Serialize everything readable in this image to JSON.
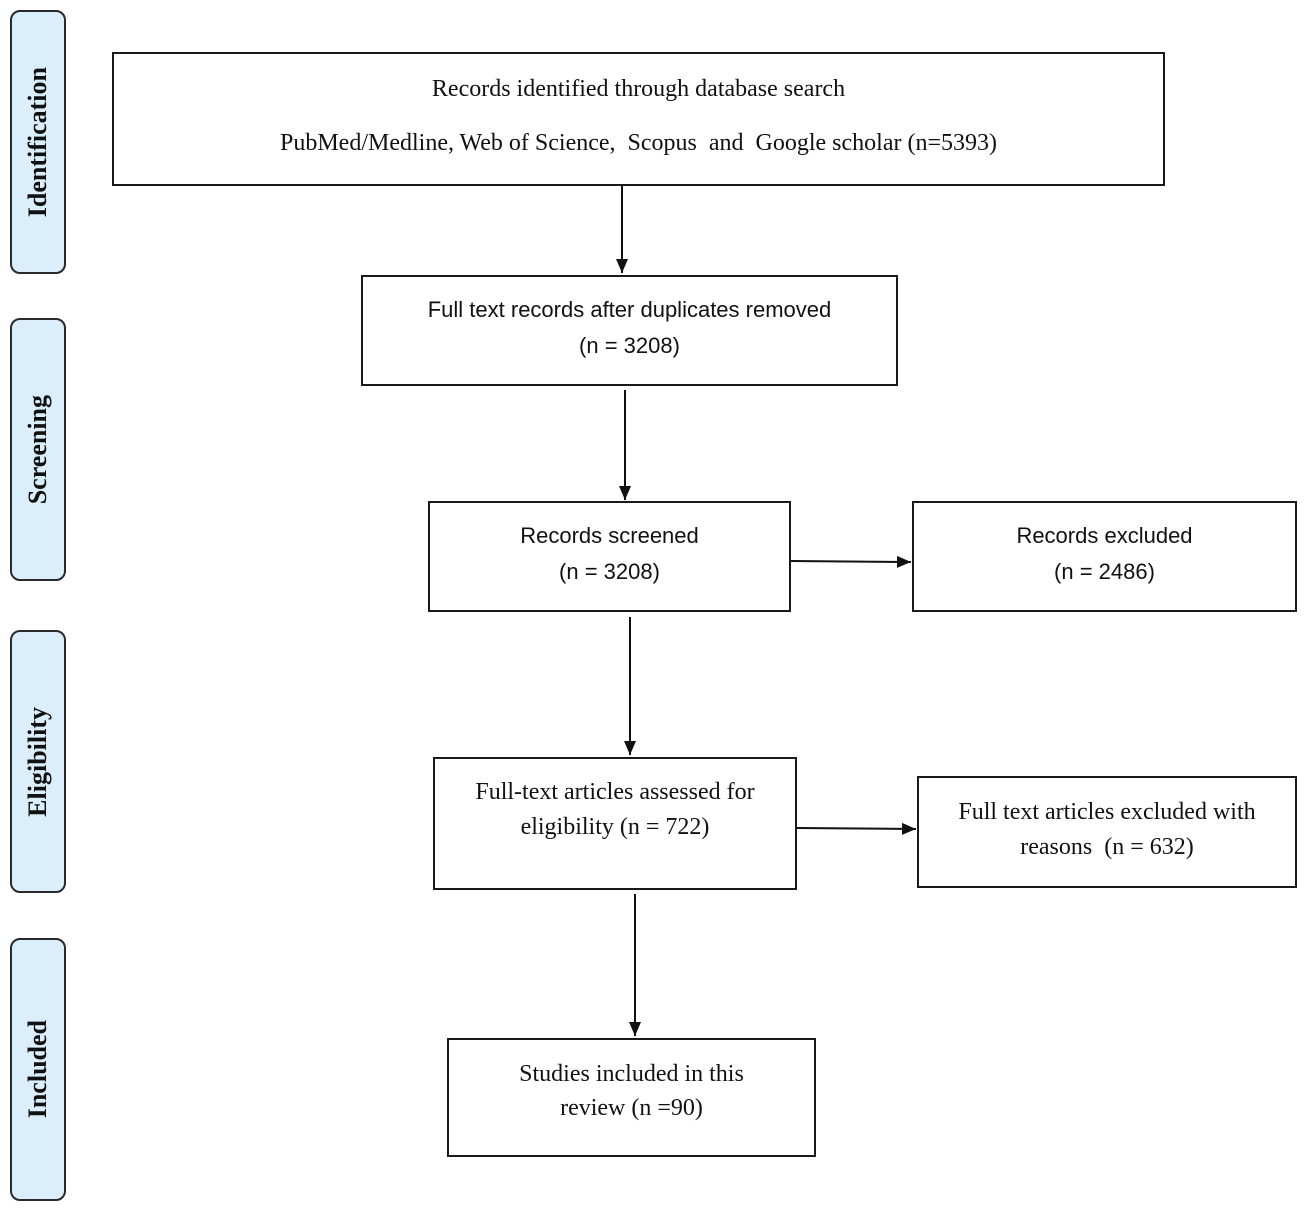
{
  "stages": [
    {
      "label": "Identification"
    },
    {
      "label": "Screening"
    },
    {
      "label": "Eligibility"
    },
    {
      "label": "Included"
    }
  ],
  "boxes": {
    "identified": {
      "lines": [
        "Records identified through database search",
        "PubMed/Medline, Web of Science,  Scopus  and  Google scholar (n=5393)"
      ]
    },
    "duplicates_removed": {
      "lines": [
        "Full text records after duplicates removed",
        "(n = 3208)"
      ]
    },
    "screened": {
      "lines": [
        "Records screened",
        "(n = 3208)"
      ]
    },
    "excluded": {
      "lines": [
        "Records excluded",
        "(n = 2486)"
      ]
    },
    "assessed": {
      "lines": [
        "Full-text articles assessed for",
        "eligibility (n = 722)"
      ]
    },
    "excluded_with_reasons": {
      "lines": [
        "Full text articles excluded with",
        "reasons  (n = 632)"
      ]
    },
    "included": {
      "lines": [
        "Studies included in this",
        "review (n =90)"
      ]
    }
  },
  "colors": {
    "stage_fill": "#dbeefb",
    "border": "#1a1a1a",
    "background": "#ffffff"
  }
}
